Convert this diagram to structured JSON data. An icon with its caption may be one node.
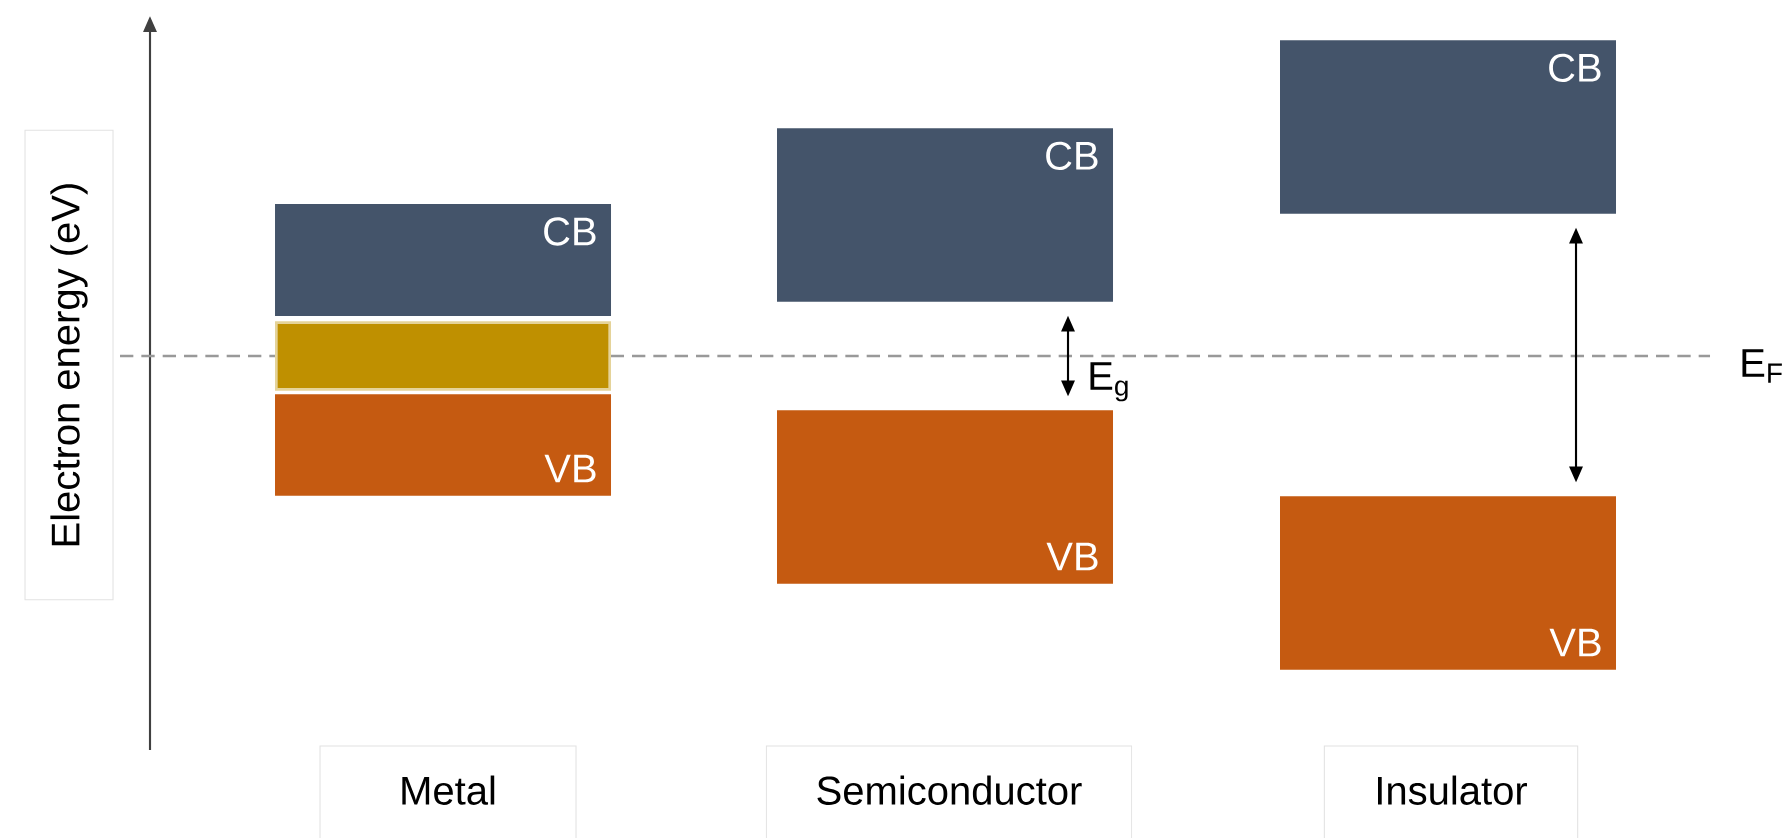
{
  "diagram": {
    "nodes": [
      {
        "text": [
          "CB"
        ]
      },
      {
        "text": [],
        "shape": "bar"
      },
      {
        "text": [
          "VB"
        ]
      },
      {
        "text": [
          "CB"
        ]
      },
      {
        "text": [
          "VB"
        ]
      },
      {
        "text": [
          "CB"
        ]
      },
      {
        "text": [
          "VB"
        ]
      },
      {
        "text": [
          "Electron energy (eV)"
        ]
      },
      {
        "text": [
          "Metal"
        ]
      },
      {
        "text": [
          "Semiconductor"
        ]
      },
      {
        "text": [
          "Insulator"
        ]
      }
    ],
    "edges": [
      {
        "from": 3,
        "to": 4,
        "arrow": "both",
        "label": "E$_{g}$"
      },
      {
        "from": 5,
        "to": 6,
        "arrow": "both"
      }
    ],
    "labels": [
      "E$_{F}$"
    ]
  }
}
